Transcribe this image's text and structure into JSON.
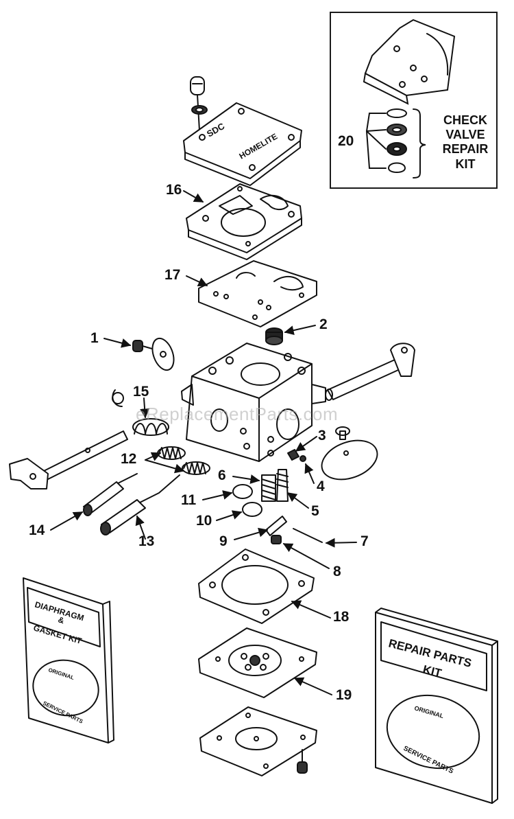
{
  "watermark": "eReplacementParts.com",
  "inset": {
    "callout": "20",
    "label": [
      "CHECK",
      "VALVE",
      "REPAIR",
      "KIT"
    ]
  },
  "callouts": {
    "c1": "1",
    "c2": "2",
    "c3": "3",
    "c4": "4",
    "c5": "5",
    "c6": "6",
    "c7": "7",
    "c8": "8",
    "c9": "9",
    "c10": "10",
    "c11": "11",
    "c12": "12",
    "c13": "13",
    "c14": "14",
    "c15": "15",
    "c16": "16",
    "c17": "17",
    "c18": "18",
    "c19": "19"
  },
  "cover_plate": {
    "text_left": "SDC",
    "text_right": "HOMELITE"
  },
  "kit_diaphragm": {
    "title": [
      "DIAPHRAGM",
      "&",
      "GASKET KIT"
    ],
    "seal_top": "ORIGINAL",
    "seal_bottom": "SERVICE PARTS"
  },
  "kit_repair": {
    "title": [
      "REPAIR PARTS",
      "KIT"
    ],
    "seal_top": "ORIGINAL",
    "seal_bottom": "SERVICE PARTS"
  }
}
